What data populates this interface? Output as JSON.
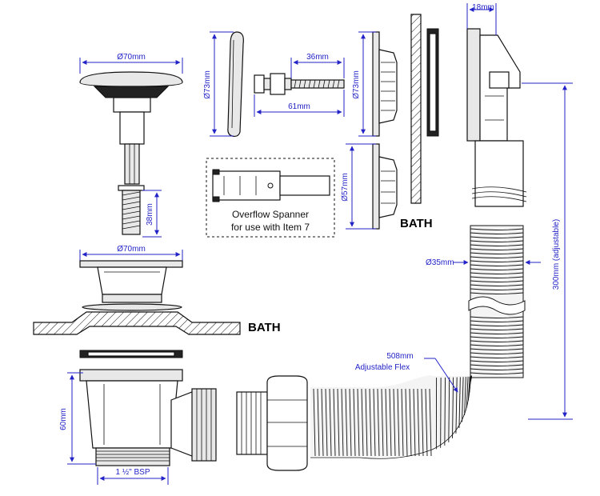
{
  "labels": {
    "bath_top": "BATH",
    "bath_bottom": "BATH",
    "spanner_line1": "Overflow Spanner",
    "spanner_line2": "for use with Item 7",
    "flex_line1": "508mm",
    "flex_line2": "Adjustable Flex"
  },
  "dimensions": {
    "plug_dia": "Ø70mm",
    "screw_len": "38mm",
    "flange_dia": "Ø70mm",
    "body_height": "60mm",
    "bsp": "1 ½\" BSP",
    "cover_dia": "Ø73mm",
    "bolt_36": "36mm",
    "bolt_61": "61mm",
    "rose_dia": "Ø73mm",
    "small_dia": "Ø57mm",
    "depth": "18mm",
    "hose_dia": "Ø35mm",
    "height_adj": "300mm (adjustable)"
  },
  "colors": {
    "dimension": "#2323c8",
    "outline": "#111111"
  }
}
